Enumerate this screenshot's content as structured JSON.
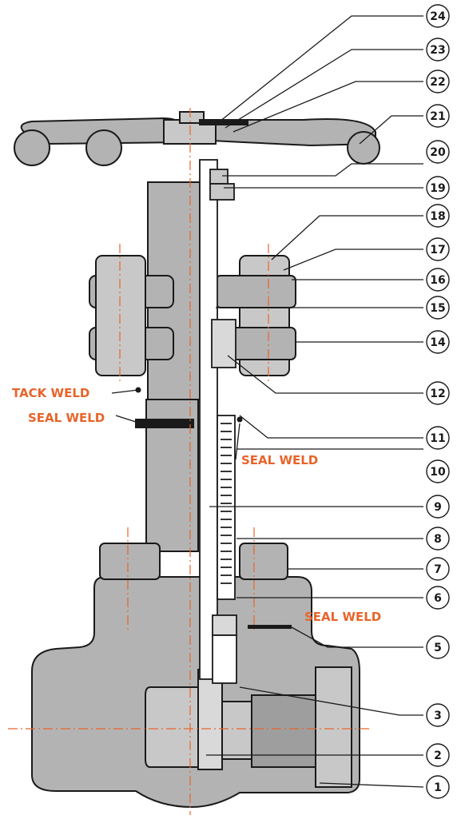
{
  "colors": {
    "body_fill": "#b3b3b3",
    "body_shade": "#c8c8c8",
    "outline": "#1a1a1a",
    "accent": "#e8642a",
    "background": "#ffffff"
  },
  "weld_labels": {
    "tack_weld": "TACK WELD",
    "seal_weld_left": "SEAL WELD",
    "seal_weld_bellows": "SEAL WELD",
    "seal_weld_bonnet": "SEAL WELD"
  },
  "callouts": [
    {
      "id": "c24",
      "number": "24"
    },
    {
      "id": "c23",
      "number": "23"
    },
    {
      "id": "c22",
      "number": "22"
    },
    {
      "id": "c21",
      "number": "21"
    },
    {
      "id": "c20",
      "number": "20"
    },
    {
      "id": "c19",
      "number": "19"
    },
    {
      "id": "c18",
      "number": "18"
    },
    {
      "id": "c17",
      "number": "17"
    },
    {
      "id": "c16",
      "number": "16"
    },
    {
      "id": "c15",
      "number": "15"
    },
    {
      "id": "c14",
      "number": "14"
    },
    {
      "id": "c12",
      "number": "12"
    },
    {
      "id": "c11",
      "number": "11"
    },
    {
      "id": "c10",
      "number": "10"
    },
    {
      "id": "c9",
      "number": "9"
    },
    {
      "id": "c8",
      "number": "8"
    },
    {
      "id": "c7",
      "number": "7"
    },
    {
      "id": "c6",
      "number": "6"
    },
    {
      "id": "c5",
      "number": "5"
    },
    {
      "id": "c3",
      "number": "3"
    },
    {
      "id": "c2",
      "number": "2"
    },
    {
      "id": "c1",
      "number": "1"
    }
  ]
}
